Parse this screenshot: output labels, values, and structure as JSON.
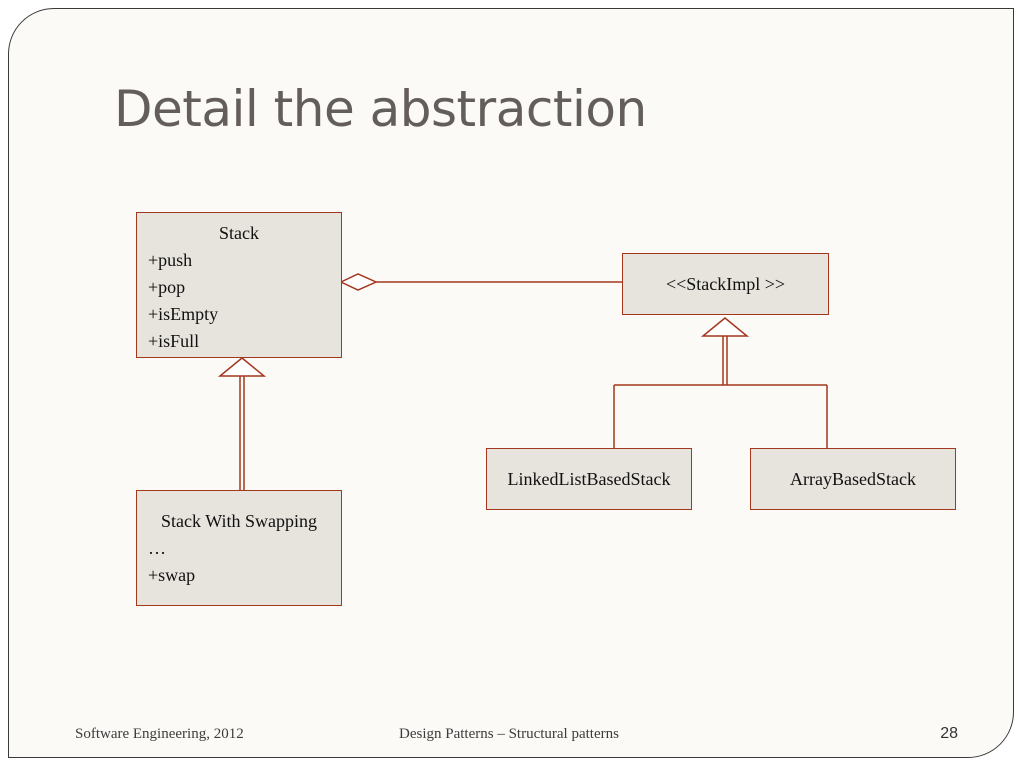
{
  "slide": {
    "title": "Detail the abstraction"
  },
  "diagram": {
    "stack": {
      "name": "Stack",
      "members": [
        "+push",
        "+pop",
        "+isEmpty",
        "+isFull"
      ]
    },
    "stack_with_swapping": {
      "name": "Stack With Swapping",
      "members": [
        "…",
        "+swap"
      ]
    },
    "stack_impl": {
      "name": "<<StackImpl >>"
    },
    "linked_list_stack": {
      "name": "LinkedListBasedStack"
    },
    "array_stack": {
      "name": "ArrayBasedStack"
    }
  },
  "footer": {
    "course": "Software Engineering, 2012",
    "topic": "Design Patterns – Structural patterns",
    "page": "28"
  },
  "colors": {
    "line": "#a3371e",
    "box_fill": "#e7e3dd",
    "title": "#635d5b"
  }
}
